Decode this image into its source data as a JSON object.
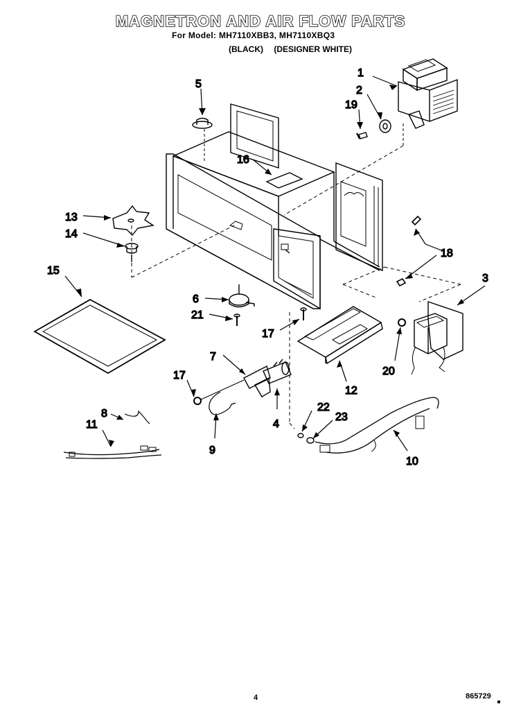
{
  "header": {
    "title": "MAGNETRON AND AIR FLOW PARTS",
    "model_line": "For Model: MH7110XBB3, MH7110XBQ3",
    "variants": [
      "(BLACK)",
      "(DESIGNER WHITE)"
    ]
  },
  "footer": {
    "page_number": "4",
    "doc_number": "865729"
  },
  "callouts": [
    "1",
    "2",
    "19",
    "5",
    "16",
    "13",
    "14",
    "18",
    "15",
    "18",
    "3",
    "6",
    "21",
    "17",
    "20",
    "7",
    "12",
    "17",
    "4",
    "22",
    "23",
    "8",
    "11",
    "9",
    "10"
  ]
}
